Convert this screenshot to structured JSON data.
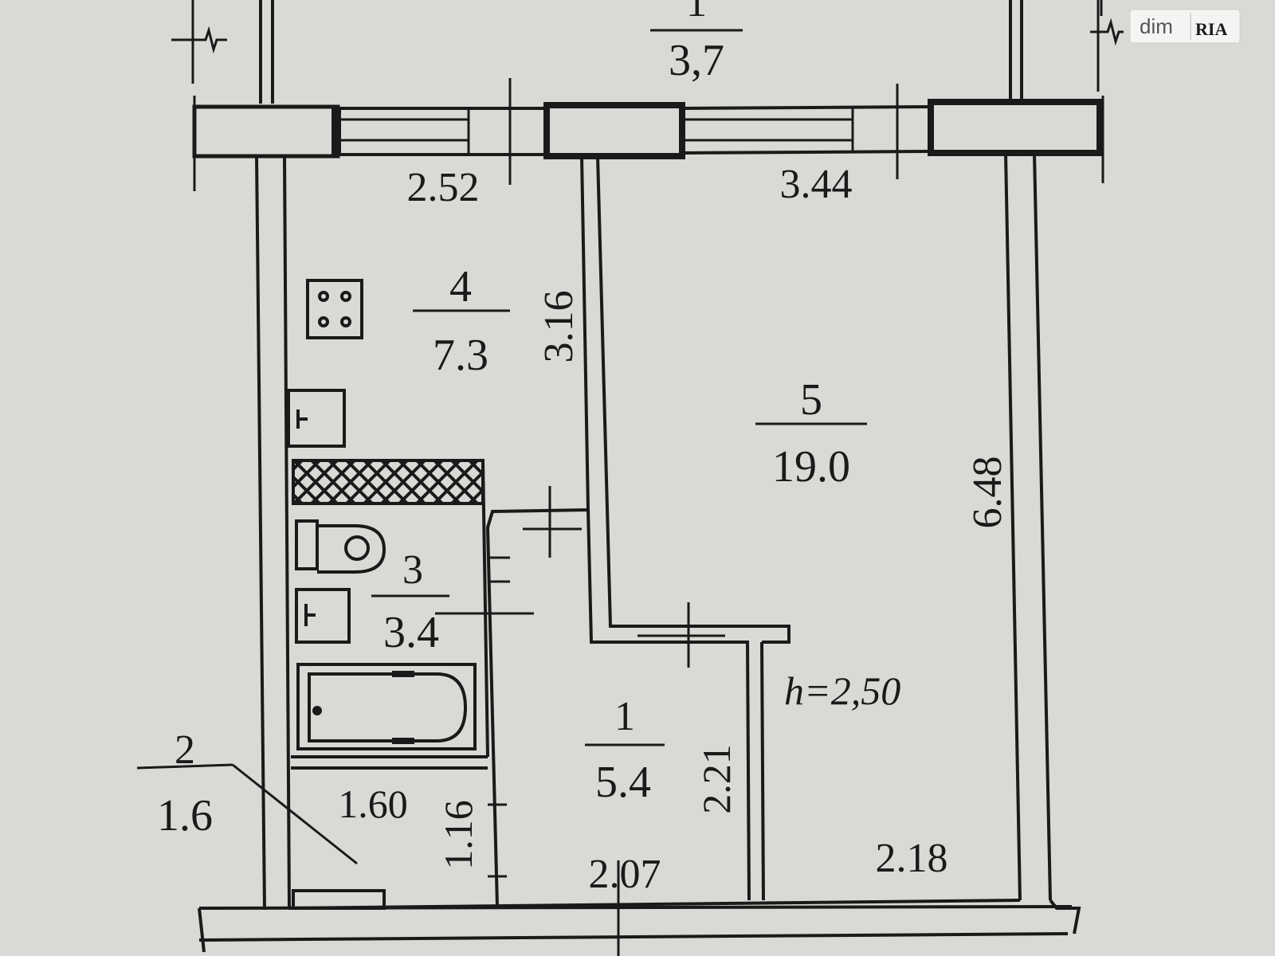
{
  "watermark": {
    "left": "dim",
    "right": "RIA"
  },
  "rooms": {
    "r1": {
      "number": "1",
      "area": "5.4"
    },
    "r2": {
      "number": "2",
      "area": "1.6"
    },
    "r3": {
      "number": "3",
      "area": "3.4"
    },
    "r4": {
      "number": "4",
      "area": "7.3"
    },
    "r5": {
      "number": "5",
      "area": "19.0"
    },
    "balcony": {
      "number": "1",
      "area": "3,7"
    }
  },
  "dimensions": {
    "kitchen_width": "2.52",
    "room_width": "3.44",
    "kitchen_length": "3.16",
    "room_length": "6.48",
    "corridor_length": "2.21",
    "corridor_width": "2.07",
    "room_lower_width": "2.18",
    "closet_width": "1.60",
    "closet_length": "1.16"
  },
  "ceiling_height": "h=2,50"
}
